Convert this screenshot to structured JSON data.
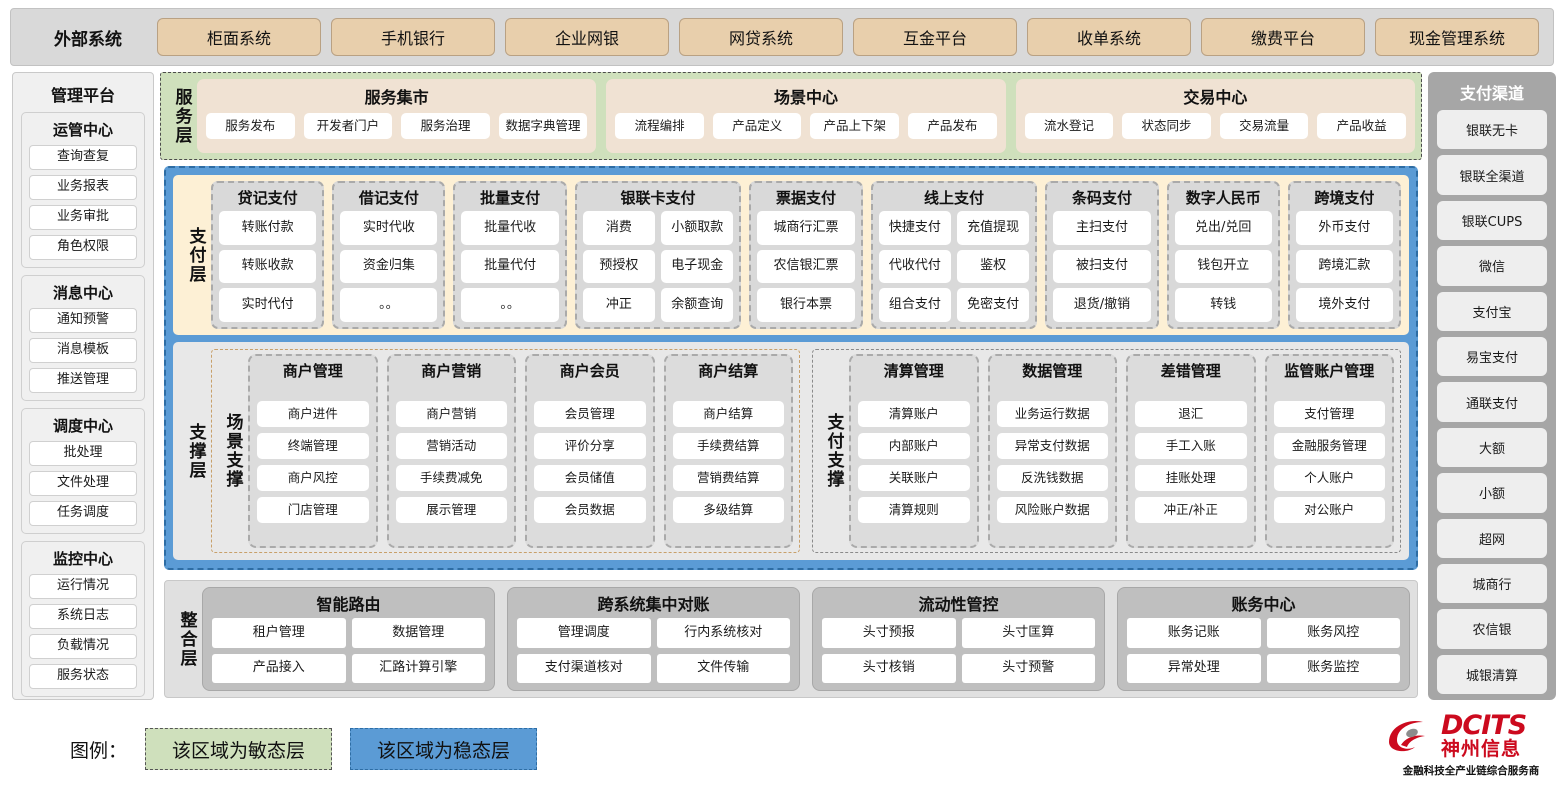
{
  "external": {
    "title": "外部系统",
    "items": [
      "柜面系统",
      "手机银行",
      "企业网银",
      "网贷系统",
      "互金平台",
      "收单系统",
      "缴费平台",
      "现金管理系统"
    ]
  },
  "management": {
    "title": "管理平台",
    "groups": [
      {
        "title": "运管中心",
        "items": [
          "查询查复",
          "业务报表",
          "业务审批",
          "角色权限"
        ]
      },
      {
        "title": "消息中心",
        "items": [
          "通知预警",
          "消息模板",
          "推送管理"
        ]
      },
      {
        "title": "调度中心",
        "items": [
          "批处理",
          "文件处理",
          "任务调度"
        ]
      },
      {
        "title": "监控中心",
        "items": [
          "运行情况",
          "系统日志",
          "负载情况",
          "服务状态"
        ]
      }
    ]
  },
  "service_layer": {
    "label": "服务层",
    "groups": [
      {
        "title": "服务集市",
        "items": [
          "服务发布",
          "开发者门户",
          "服务治理",
          "数据字典管理"
        ]
      },
      {
        "title": "场景中心",
        "items": [
          "流程编排",
          "产品定义",
          "产品上下架",
          "产品发布"
        ]
      },
      {
        "title": "交易中心",
        "items": [
          "流水登记",
          "状态同步",
          "交易流量",
          "产品收益"
        ]
      }
    ]
  },
  "payment_layer": {
    "label": "支付层",
    "groups": [
      {
        "title": "贷记支付",
        "cols": 1,
        "rows": [
          [
            "转账付款"
          ],
          [
            "转账收款"
          ],
          [
            "实时代付"
          ]
        ]
      },
      {
        "title": "借记支付",
        "cols": 1,
        "rows": [
          [
            "实时代收"
          ],
          [
            "资金归集"
          ],
          [
            "。。"
          ]
        ]
      },
      {
        "title": "批量支付",
        "cols": 1,
        "rows": [
          [
            "批量代收"
          ],
          [
            "批量代付"
          ],
          [
            "。。"
          ]
        ]
      },
      {
        "title": "银联卡支付",
        "cols": 2,
        "rows": [
          [
            "消费",
            "小额取款"
          ],
          [
            "预授权",
            "电子现金"
          ],
          [
            "冲正",
            "余额查询"
          ]
        ]
      },
      {
        "title": "票据支付",
        "cols": 1,
        "rows": [
          [
            "城商行汇票"
          ],
          [
            "农信银汇票"
          ],
          [
            "银行本票"
          ]
        ]
      },
      {
        "title": "线上支付",
        "cols": 2,
        "rows": [
          [
            "快捷支付",
            "充值提现"
          ],
          [
            "代收代付",
            "鉴权"
          ],
          [
            "组合支付",
            "免密支付"
          ]
        ]
      },
      {
        "title": "条码支付",
        "cols": 1,
        "rows": [
          [
            "主扫支付"
          ],
          [
            "被扫支付"
          ],
          [
            "退货/撤销"
          ]
        ]
      },
      {
        "title": "数字人民币",
        "cols": 1,
        "rows": [
          [
            "兑出/兑回"
          ],
          [
            "钱包开立"
          ],
          [
            "转钱"
          ]
        ]
      },
      {
        "title": "跨境支付",
        "cols": 1,
        "rows": [
          [
            "外币支付"
          ],
          [
            "跨境汇款"
          ],
          [
            "境外支付"
          ]
        ]
      }
    ]
  },
  "support_layer": {
    "label": "支撑层",
    "blocks": [
      {
        "label": "场景支撑",
        "style": "orange",
        "groups": [
          {
            "title": "商户管理",
            "items": [
              "商户进件",
              "终端管理",
              "商户风控",
              "门店管理"
            ]
          },
          {
            "title": "商户营销",
            "items": [
              "商户营销",
              "营销活动",
              "手续费减免",
              "展示管理"
            ]
          },
          {
            "title": "商户会员",
            "items": [
              "会员管理",
              "评价分享",
              "会员储值",
              "会员数据"
            ]
          },
          {
            "title": "商户结算",
            "items": [
              "商户结算",
              "手续费结算",
              "营销费结算",
              "多级结算"
            ]
          }
        ]
      },
      {
        "label": "支付支撑",
        "style": "gray",
        "groups": [
          {
            "title": "清算管理",
            "items": [
              "清算账户",
              "内部账户",
              "关联账户",
              "清算规则"
            ]
          },
          {
            "title": "数据管理",
            "items": [
              "业务运行数据",
              "异常支付数据",
              "反洗钱数据",
              "风险账户数据"
            ]
          },
          {
            "title": "差错管理",
            "items": [
              "退汇",
              "手工入账",
              "挂账处理",
              "冲正/补正"
            ]
          },
          {
            "title": "监管账户管理",
            "items": [
              "支付管理",
              "金融服务管理",
              "个人账户",
              "对公账户"
            ]
          }
        ]
      }
    ]
  },
  "integration_layer": {
    "label": "整合层",
    "groups": [
      {
        "title": "智能路由",
        "rows": [
          [
            "租户管理",
            "数据管理"
          ],
          [
            "产品接入",
            "汇路计算引擎"
          ]
        ]
      },
      {
        "title": "跨系统集中对账",
        "rows": [
          [
            "管理调度",
            "行内系统核对"
          ],
          [
            "支付渠道核对",
            "文件传输"
          ]
        ]
      },
      {
        "title": "流动性管控",
        "rows": [
          [
            "头寸预报",
            "头寸匡算"
          ],
          [
            "头寸核销",
            "头寸预警"
          ]
        ]
      },
      {
        "title": "账务中心",
        "rows": [
          [
            "账务记账",
            "账务风控"
          ],
          [
            "异常处理",
            "账务监控"
          ]
        ]
      }
    ]
  },
  "channels": {
    "title": "支付渠道",
    "items": [
      "银联无卡",
      "银联全渠道",
      "银联CUPS",
      "微信",
      "支付宝",
      "易宝支付",
      "通联支付",
      "大额",
      "小额",
      "超网",
      "城商行",
      "农信银",
      "城银清算"
    ]
  },
  "legend": {
    "label": "图例：",
    "agile": "该区域为敏态层",
    "stable": "该区域为稳态层",
    "agile_color": "#cfe0bc",
    "stable_color": "#5b9bd5"
  },
  "logo": {
    "brand_en": "DCITS",
    "brand_cn": "神州信息",
    "tagline": "金融科技全产业链综合服务商",
    "brand_color": "#cc0a1e"
  }
}
